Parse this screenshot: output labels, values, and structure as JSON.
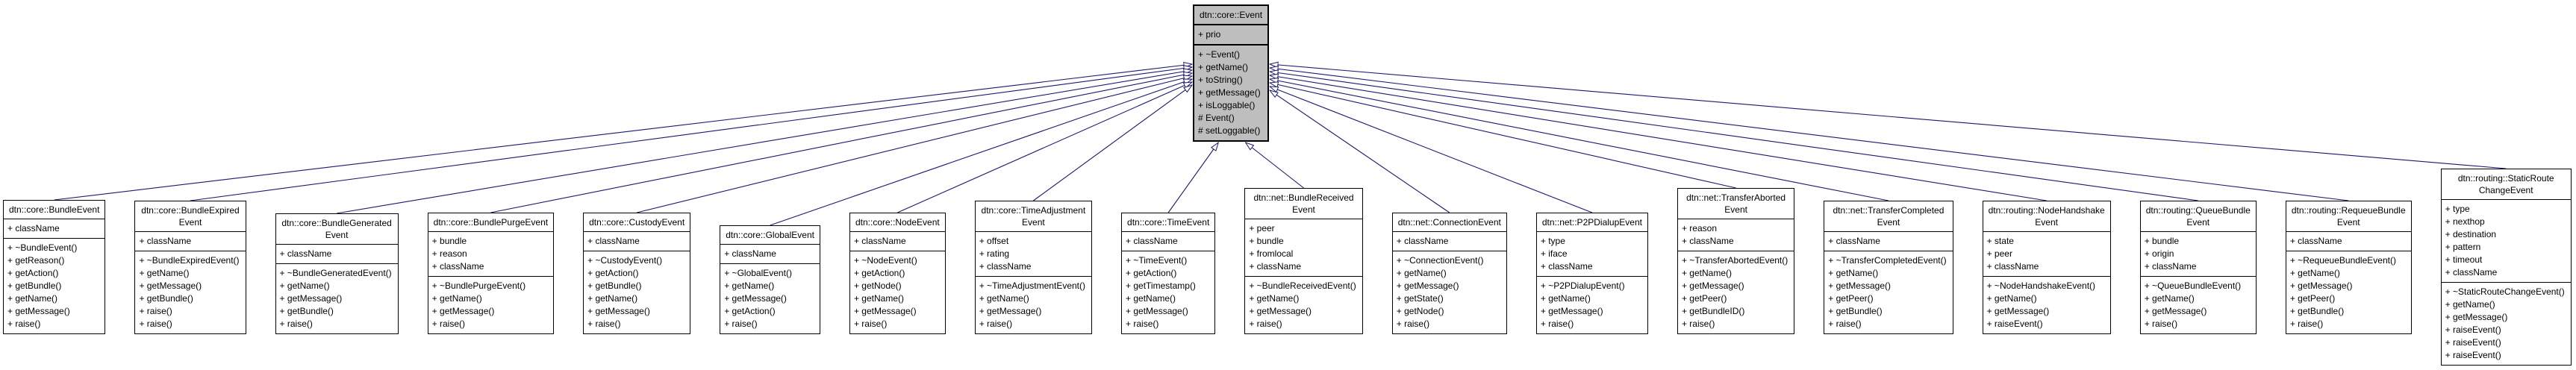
{
  "diagram": {
    "kind": "uml-inheritance-graph",
    "colors": {
      "edge": "#191970",
      "base_fill": "#bebebe",
      "node_fill": "#ffffff",
      "border": "#000000"
    },
    "base_class": {
      "title": "dtn::core::Event",
      "attributes": [
        "+ prio"
      ],
      "methods": [
        "+ ~Event()",
        "+ getName()",
        "+ toString()",
        "+ getMessage()",
        "+ isLoggable()",
        "# Event()",
        "# setLoggable()"
      ]
    },
    "derived_classes": [
      {
        "title": "dtn::core::BundleEvent",
        "attributes": [
          "+ className"
        ],
        "methods": [
          "+ ~BundleEvent()",
          "+ getReason()",
          "+ getAction()",
          "+ getBundle()",
          "+ getName()",
          "+ getMessage()",
          "+ raise()"
        ]
      },
      {
        "title": "dtn::core::BundleExpired\nEvent",
        "attributes": [
          "+ className"
        ],
        "methods": [
          "+ ~BundleExpiredEvent()",
          "+ getName()",
          "+ getMessage()",
          "+ getBundle()",
          "+ raise()",
          "+ raise()"
        ]
      },
      {
        "title": "dtn::core::BundleGenerated\nEvent",
        "attributes": [
          "+ className"
        ],
        "methods": [
          "+ ~BundleGeneratedEvent()",
          "+ getName()",
          "+ getMessage()",
          "+ getBundle()",
          "+ raise()"
        ]
      },
      {
        "title": "dtn::core::BundlePurgeEvent",
        "attributes": [
          "+ bundle",
          "+ reason",
          "+ className"
        ],
        "methods": [
          "+ ~BundlePurgeEvent()",
          "+ getName()",
          "+ getMessage()",
          "+ raise()"
        ]
      },
      {
        "title": "dtn::core::CustodyEvent",
        "attributes": [
          "+ className"
        ],
        "methods": [
          "+ ~CustodyEvent()",
          "+ getAction()",
          "+ getBundle()",
          "+ getName()",
          "+ getMessage()",
          "+ raise()"
        ]
      },
      {
        "title": "dtn::core::GlobalEvent",
        "attributes": [
          "+ className"
        ],
        "methods": [
          "+ ~GlobalEvent()",
          "+ getName()",
          "+ getMessage()",
          "+ getAction()",
          "+ raise()"
        ]
      },
      {
        "title": "dtn::core::NodeEvent",
        "attributes": [
          "+ className"
        ],
        "methods": [
          "+ ~NodeEvent()",
          "+ getAction()",
          "+ getNode()",
          "+ getName()",
          "+ getMessage()",
          "+ raise()"
        ]
      },
      {
        "title": "dtn::core::TimeAdjustment\nEvent",
        "attributes": [
          "+ offset",
          "+ rating",
          "+ className"
        ],
        "methods": [
          "+ ~TimeAdjustmentEvent()",
          "+ getName()",
          "+ getMessage()",
          "+ raise()"
        ]
      },
      {
        "title": "dtn::core::TimeEvent",
        "attributes": [
          "+ className"
        ],
        "methods": [
          "+ ~TimeEvent()",
          "+ getAction()",
          "+ getTimestamp()",
          "+ getName()",
          "+ getMessage()",
          "+ raise()"
        ]
      },
      {
        "title": "dtn::net::BundleReceived\nEvent",
        "attributes": [
          "+ peer",
          "+ bundle",
          "+ fromlocal",
          "+ className"
        ],
        "methods": [
          "+ ~BundleReceivedEvent()",
          "+ getName()",
          "+ getMessage()",
          "+ raise()"
        ]
      },
      {
        "title": "dtn::net::ConnectionEvent",
        "attributes": [
          "+ className"
        ],
        "methods": [
          "+ ~ConnectionEvent()",
          "+ getName()",
          "+ getMessage()",
          "+ getState()",
          "+ getNode()",
          "+ raise()"
        ]
      },
      {
        "title": "dtn::net::P2PDialupEvent",
        "attributes": [
          "+ type",
          "+ iface",
          "+ className"
        ],
        "methods": [
          "+ ~P2PDialupEvent()",
          "+ getName()",
          "+ getMessage()",
          "+ raise()"
        ]
      },
      {
        "title": "dtn::net::TransferAborted\nEvent",
        "attributes": [
          "+ reason",
          "+ className"
        ],
        "methods": [
          "+ ~TransferAbortedEvent()",
          "+ getName()",
          "+ getMessage()",
          "+ getPeer()",
          "+ getBundleID()",
          "+ raise()"
        ]
      },
      {
        "title": "dtn::net::TransferCompleted\nEvent",
        "attributes": [
          "+ className"
        ],
        "methods": [
          "+ ~TransferCompletedEvent()",
          "+ getName()",
          "+ getMessage()",
          "+ getPeer()",
          "+ getBundle()",
          "+ raise()"
        ]
      },
      {
        "title": "dtn::routing::NodeHandshake\nEvent",
        "attributes": [
          "+ state",
          "+ peer",
          "+ className"
        ],
        "methods": [
          "+ ~NodeHandshakeEvent()",
          "+ getName()",
          "+ getMessage()",
          "+ raiseEvent()"
        ]
      },
      {
        "title": "dtn::routing::QueueBundle\nEvent",
        "attributes": [
          "+ bundle",
          "+ origin",
          "+ className"
        ],
        "methods": [
          "+ ~QueueBundleEvent()",
          "+ getName()",
          "+ getMessage()",
          "+ raise()"
        ]
      },
      {
        "title": "dtn::routing::RequeueBundle\nEvent",
        "attributes": [
          "+ className"
        ],
        "methods": [
          "+ ~RequeueBundleEvent()",
          "+ getName()",
          "+ getMessage()",
          "+ getPeer()",
          "+ getBundle()",
          "+ raise()"
        ]
      },
      {
        "title": "dtn::routing::StaticRoute\nChangeEvent",
        "attributes": [
          "+ type",
          "+ nexthop",
          "+ destination",
          "+ pattern",
          "+ timeout",
          "+ className"
        ],
        "methods": [
          "+ ~StaticRouteChangeEvent()",
          "+ getName()",
          "+ getMessage()",
          "+ raiseEvent()",
          "+ raiseEvent()",
          "+ raiseEvent()"
        ]
      }
    ]
  }
}
